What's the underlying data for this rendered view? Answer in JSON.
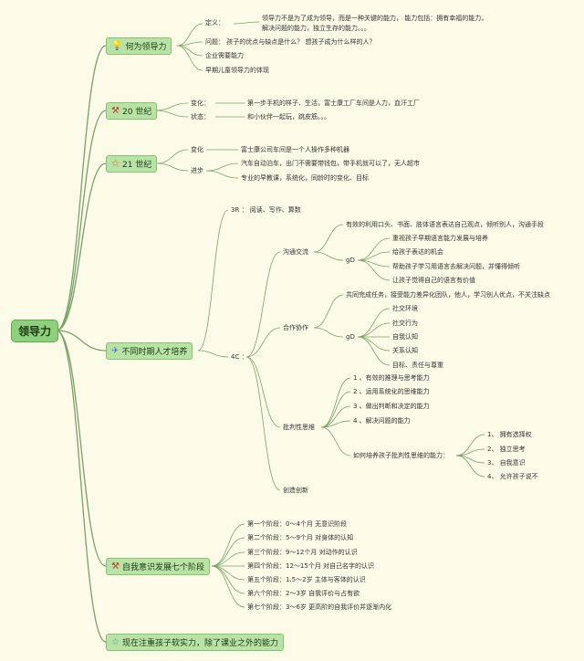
{
  "root": "领导力",
  "branches": {
    "b1": "何为领导力",
    "b2": "20 世纪",
    "b3": "21 世纪",
    "b4": "不同时期人才培养",
    "b5": "自我意识发展七个阶段",
    "b6": "现在注重孩子软实力，除了课业之外的能力"
  },
  "icons": {
    "b1": "lightbulb-icon",
    "b2": "tools-icon",
    "b3": "star-icon",
    "b4": "paper-plane-icon",
    "b5": "tools-icon",
    "b6": "star-icon"
  },
  "leadership": {
    "def_label": "定义：",
    "def_text1": "领导力不是为了成为领导，而是一种关键的能力， 能力包括：拥有幸福的能力，",
    "def_text2": "解决问题的能力，独立生存的能力。。。",
    "question": "问题： 孩子的优点与缺点是什么？ 想孩子成为什么样的人？",
    "enterprise": "企业需要能力",
    "early": "早期儿童领导力的体现"
  },
  "c20": {
    "change_label": "变化：",
    "change_text": "第一步手机的样子、生活，富士康工厂车间是人力，血汗工厂",
    "state_label": "状态：",
    "state_text": "和小伙伴一起玩，跳皮筋。。。"
  },
  "c21": {
    "change_label": "变化",
    "change_text": "富士康公司车间是一个人操作多种机器",
    "progress_label": "进步",
    "progress1": "汽车自动泊车，出门不需要带钱包，带手机就可以了，无人超市",
    "progress2": "专业的早教课，系统化，同龄时的变化、目标"
  },
  "talent": {
    "r3": "3R ： 阅读、写作、算数",
    "c4": "4C ：",
    "comm": {
      "label": "沟通交流",
      "text": "有效的利用口头、书面、肢体语言表达自己观点，倾听别人，沟通手段",
      "gd": "gD",
      "items": [
        "重视孩子早期语言能力发展与培养",
        "给孩子表达的机会",
        "帮助孩子学习用语言去解决问题，并懂得倾听",
        "让孩子觉得自己的语言有价值"
      ]
    },
    "coop": {
      "label": "合作协作",
      "text": "共同完成任务，接受能力差异化团队，他人，学习别人优点，不关注缺点",
      "gd": "gD",
      "items": [
        "社交环境",
        "社交行为",
        "自我认知",
        "关系认知",
        "目标、责任与尊重"
      ]
    },
    "critical": {
      "label": "批判性思维",
      "items": [
        "1 、有效的推理与思考能力",
        "2 、运用系统化的思维能力",
        "3 、做出判断和决定的能力",
        "4 、解决问题的能力"
      ],
      "how": "如何培养孩子批判性思维的能力：",
      "how_items": [
        "1、 拥有选择权",
        "2、 独立思考",
        "3、 自我意识",
        "4、 允许孩子说不"
      ]
    },
    "creative": "创造创新"
  },
  "stages": [
    "第一个阶段：0～4个月 无意识阶段",
    "第二个阶段：5～9个月 对身体的认知",
    "第三个阶段：9～12个月 对动作的认识",
    "第四个阶段：12～15个月 对自己名字的认识",
    "第五个阶段：1.5～2岁 主体与客体的认识",
    "第六个阶段：2～3岁 自我评价与占有欲",
    "第七个阶段：3～6岁 更高阶的自我评价并逐渐内化"
  ],
  "colors": {
    "background": "#fcfbe8",
    "node_fill": "#b8e2a6",
    "node_border": "#86c26f",
    "line": "#7aa06a"
  }
}
